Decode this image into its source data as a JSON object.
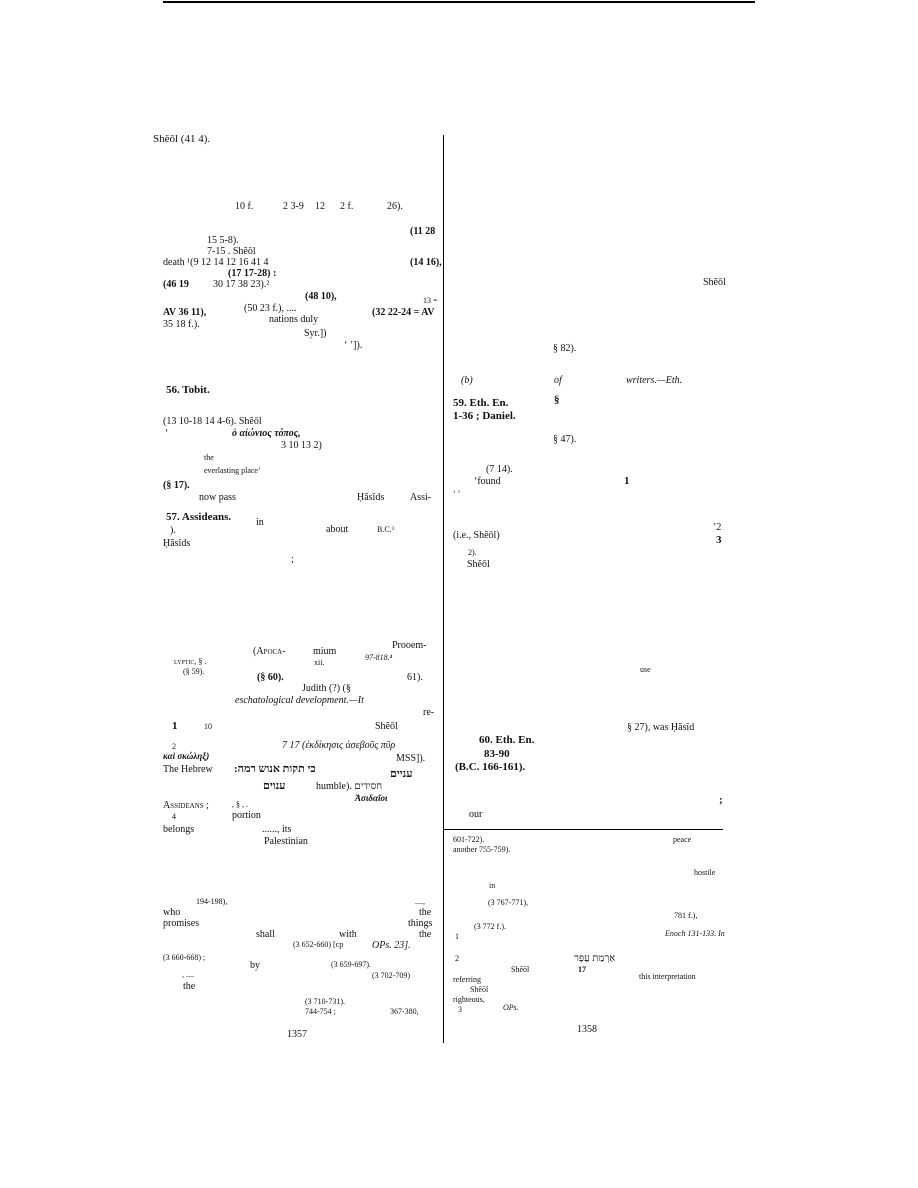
{
  "left": [
    "Shĕōl (41 4).",
    "10 f.",
    "2 3-9",
    "12",
    "2 f.",
    "26).",
    "(11 28",
    "15   5-8).",
    "7-15 .  Shĕōl",
    "death ¹(9 12 14 12 16 41 4",
    "(14 16),",
    "(17 17-28) :",
    "(46 19",
    "30 17 38 23).²",
    "(48 10),",
    "(50 23 f.), ....",
    "13 =",
    "AV 36 11),",
    "nations  duly",
    "(32 22-24 = AV",
    "35 18 f.).",
    "Syr.])",
    "‘       ’]).",
    "56. Tobit.",
    "(13 10-18 14 4-6).  Shĕōl",
    "‘",
    "ὁ αἰώνιος τόπος,",
    "3 10 13 2)",
    "the",
    "everlasting place’",
    "(§ 17).",
    "now pass",
    "Ḥăsîds",
    "Assi-",
    "57. Assideans.",
    "in",
    ").",
    "about",
    "B.C.³",
    "Ḥăsîds",
    ";",
    "(Apoca-",
    "mium",
    "97-818.⁴",
    "Prooem-",
    "lyptic, § .",
    "xii.",
    "(§ 59).",
    "(§ 60).",
    "61).",
    "Judith (?) (§",
    "eschatological development.—It",
    "re-",
    "1",
    "10",
    "Shĕōl",
    "2",
    "7 17 (ἐκδίκησις ἀσεβοῦς πῦρ",
    "καὶ σκώληξ)",
    "MSS]).",
    "The Hebrew",
    "כי תקות אנוש רמה:",
    "עניים",
    "ענוים",
    "humble). חסידים",
    "Ἀσιδαῖοι",
    "Assideans ;",
    ", § , .",
    "4",
    "portion",
    "belongs",
    "......, its",
    "Palestinian",
    "194-198),",
    "....,",
    "who",
    "the",
    "promises",
    "things",
    "shall",
    "with",
    "the",
    "(3 652-660)  [cp",
    "OPs.  23].",
    "(3 660-668) ;",
    "by",
    "(3 659-697).",
    "(3 702-709)",
    ", ....",
    "the",
    "(3 710-731).",
    "744-754 ;",
    "367-380,",
    "1357"
  ],
  "right": [
    "Shĕōl",
    "§ 82).",
    "(b)",
    "of",
    "writers.—Eth.",
    "59. Eth. En.",
    "§",
    "1-36 ; Daniel.",
    "§ 47).",
    "(7 14).",
    "‘found",
    "1",
    "‘            ’",
    "’2",
    "(i.e.,  Shĕōl)",
    "3",
    "2).",
    "Shĕōl",
    "use",
    "§ 27), was   Ḥăsîd",
    "60. Eth. En.",
    "83-90",
    "(B.C. 166-161).",
    ";",
    "our",
    "601-722).",
    "peace",
    "another   755-759).",
    "hostile",
    "in",
    "(3 767-771),",
    "781 f.),",
    "(3 772 f.).",
    "1",
    "Enoch 131-133.  In",
    "2",
    "אַרְמַת עָפָר",
    "Shĕōl",
    "17",
    "this interpretation",
    "referring",
    "Shĕōl",
    "righteous,",
    "3",
    "OPs.",
    "1358"
  ]
}
